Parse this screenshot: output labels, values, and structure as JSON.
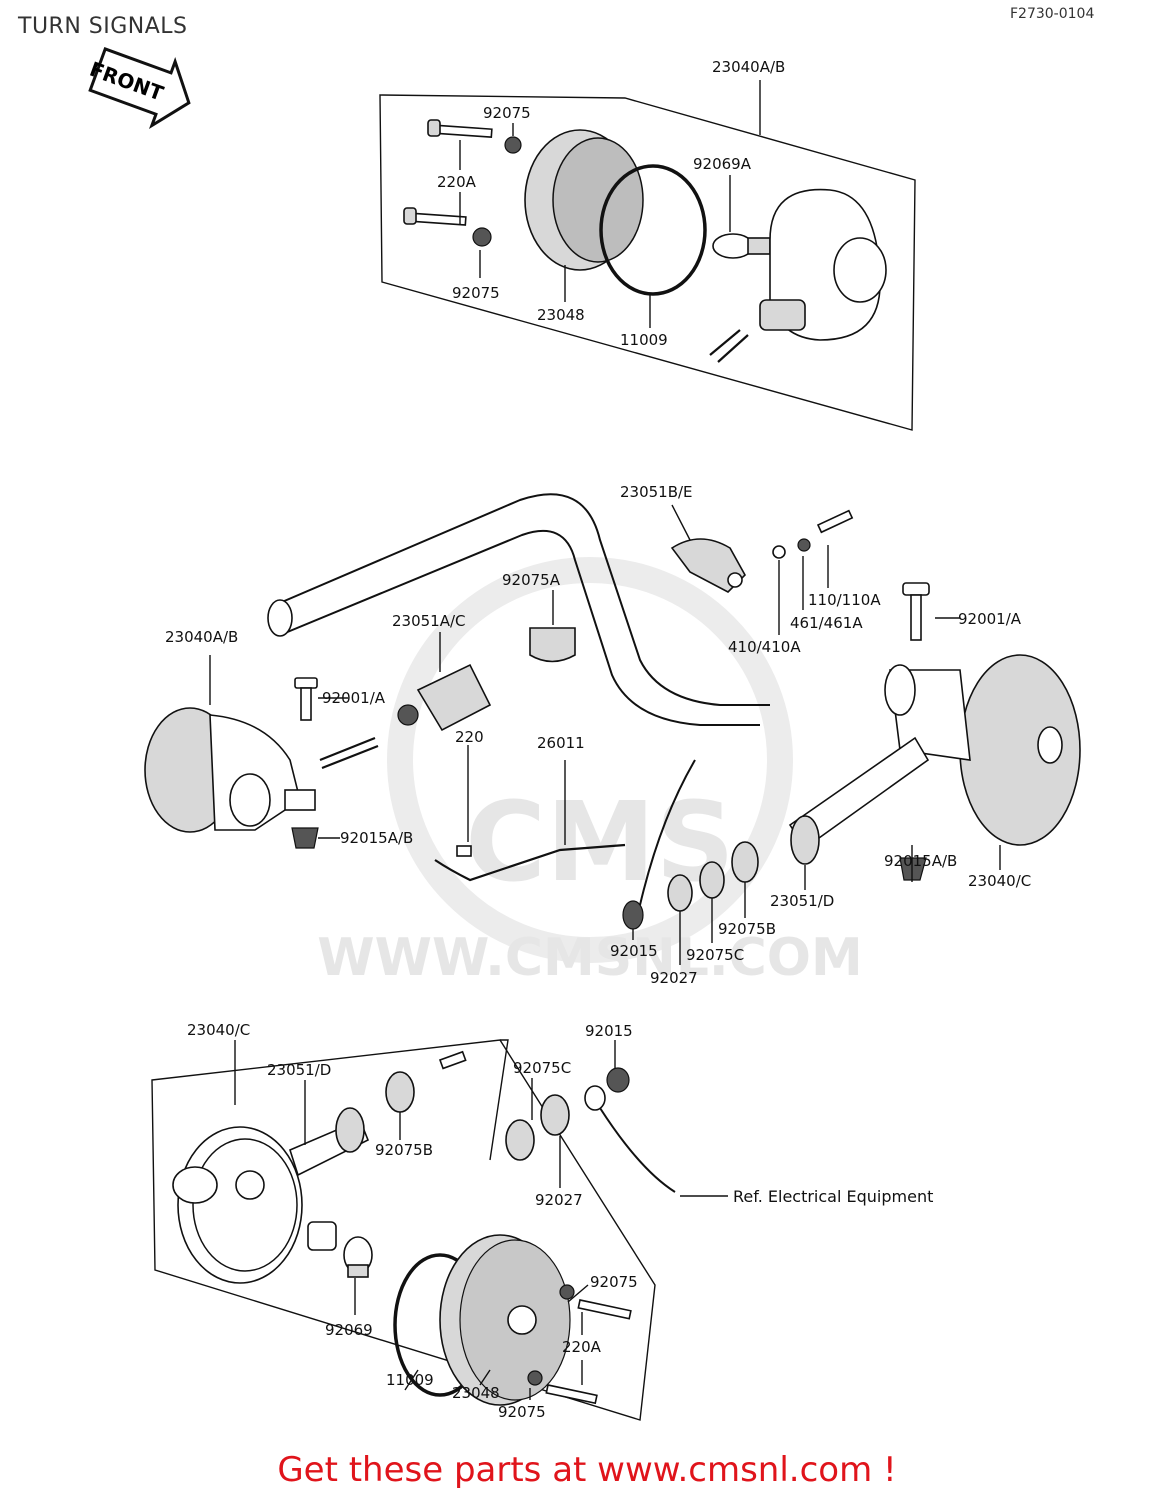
{
  "header": {
    "title": "TURN SIGNALS",
    "drawing_code": "F2730-0104",
    "front_arrow_label": "FRONT"
  },
  "watermark": {
    "text": "WWW.CMSNL.COM",
    "logo_text": "CMS"
  },
  "top_assembly": {
    "labels": [
      "23040A/B",
      "92075",
      "220A",
      "92069A",
      "92075",
      "23048",
      "11009"
    ]
  },
  "middle_assembly": {
    "labels": [
      "23051B/E",
      "92075A",
      "110/110A",
      "461/461A",
      "410/410A",
      "92001/A",
      "23051A/C",
      "23040A/B",
      "92001/A",
      "220",
      "26011",
      "92015A/B",
      "92015A/B",
      "23040/C",
      "23051/D",
      "92075B",
      "92075C",
      "92015",
      "92027"
    ]
  },
  "bottom_assembly": {
    "labels": [
      "23040/C",
      "23051/D",
      "92015",
      "92075C",
      "92075B",
      "92027",
      "92069",
      "11009",
      "23048",
      "92075",
      "220A",
      "92075"
    ],
    "ref_note": "Ref.  Electrical Equipment"
  },
  "footer": {
    "link_text": "Get these parts at www.cmsnl.com !"
  }
}
